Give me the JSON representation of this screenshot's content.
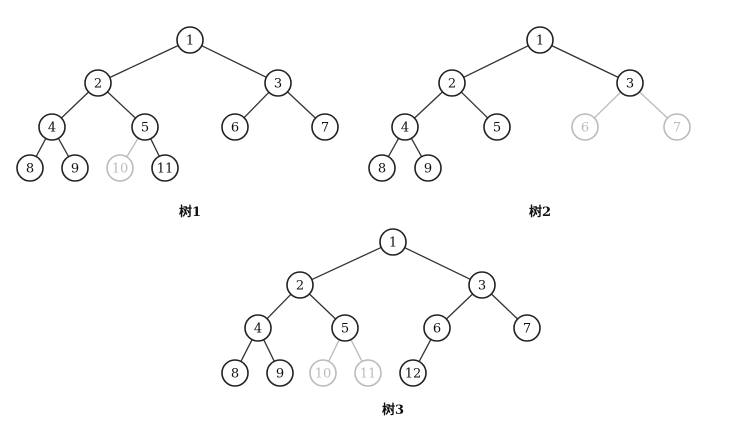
{
  "trees": [
    {
      "caption": "树1",
      "nodes": [
        {
          "label": "1",
          "faded": false
        },
        {
          "label": "2",
          "faded": false
        },
        {
          "label": "3",
          "faded": false
        },
        {
          "label": "4",
          "faded": false
        },
        {
          "label": "5",
          "faded": false
        },
        {
          "label": "6",
          "faded": false
        },
        {
          "label": "7",
          "faded": false
        },
        {
          "label": "8",
          "faded": false
        },
        {
          "label": "9",
          "faded": false
        },
        {
          "label": "10",
          "faded": true
        },
        {
          "label": "11",
          "faded": false
        }
      ]
    },
    {
      "caption": "树2",
      "nodes": [
        {
          "label": "1",
          "faded": false
        },
        {
          "label": "2",
          "faded": false
        },
        {
          "label": "3",
          "faded": false
        },
        {
          "label": "4",
          "faded": false
        },
        {
          "label": "5",
          "faded": false
        },
        {
          "label": "6",
          "faded": true
        },
        {
          "label": "7",
          "faded": true
        },
        {
          "label": "8",
          "faded": false
        },
        {
          "label": "9",
          "faded": false
        }
      ]
    },
    {
      "caption": "树3",
      "nodes": [
        {
          "label": "1",
          "faded": false
        },
        {
          "label": "2",
          "faded": false
        },
        {
          "label": "3",
          "faded": false
        },
        {
          "label": "4",
          "faded": false
        },
        {
          "label": "5",
          "faded": false
        },
        {
          "label": "6",
          "faded": false
        },
        {
          "label": "7",
          "faded": false
        },
        {
          "label": "8",
          "faded": false
        },
        {
          "label": "9",
          "faded": false
        },
        {
          "label": "10",
          "faded": true
        },
        {
          "label": "11",
          "faded": true
        },
        {
          "label": "12",
          "faded": false
        }
      ]
    }
  ]
}
